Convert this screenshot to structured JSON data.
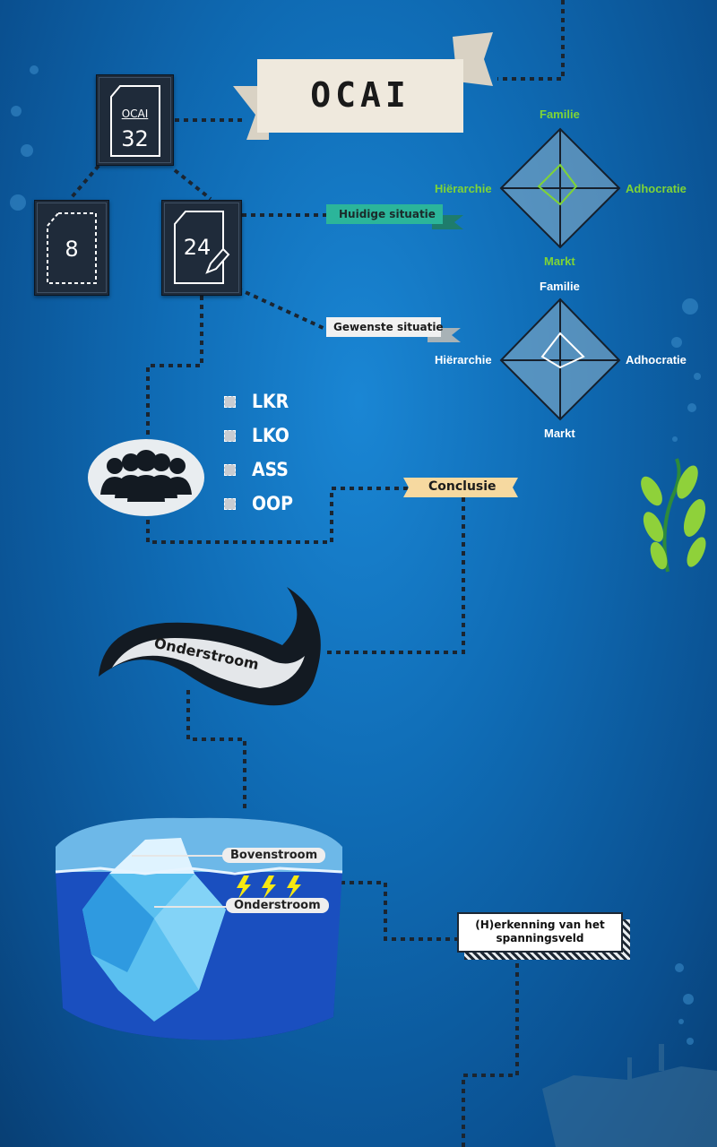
{
  "title_banner": {
    "text": "OCAI"
  },
  "documents": {
    "ocai_doc": {
      "caption": "OCAI",
      "number": "32"
    },
    "doc_8": {
      "number": "8"
    },
    "doc_24": {
      "number": "24"
    }
  },
  "ribbons": {
    "current": "Huidige situatie",
    "desired": "Gewenste situatie",
    "conclusion": "Conclusie"
  },
  "radar_current": {
    "top": "Familie",
    "left": "Hiërarchie",
    "right": "Adhocratie",
    "bottom": "Markt",
    "label_color": "#7fd436"
  },
  "radar_desired": {
    "top": "Familie",
    "left": "Hiërarchie",
    "right": "Adhocratie",
    "bottom": "Markt",
    "label_color": "#ffffff"
  },
  "groups": [
    "LKR",
    "LKO",
    "ASS",
    "OOP"
  ],
  "wave": {
    "text": "Onderstroom"
  },
  "iceberg": {
    "upper": "Bovenstroom",
    "lower": "Onderstroom"
  },
  "recognition": {
    "line1": "(H)erkenning van het",
    "line2": "spanningsveld"
  },
  "icons": [
    "document-icon",
    "people-group-icon",
    "pencil-icon",
    "lightning-icon",
    "seaweed-icon",
    "iceberg-icon",
    "shipwreck-icon"
  ],
  "colors": {
    "accent_green": "#7fd436",
    "ribbon_teal": "#2bb59a",
    "banner": "#efe9dd",
    "conclusion": "#f6d9a0",
    "dark_box": "#1f2b3a"
  }
}
